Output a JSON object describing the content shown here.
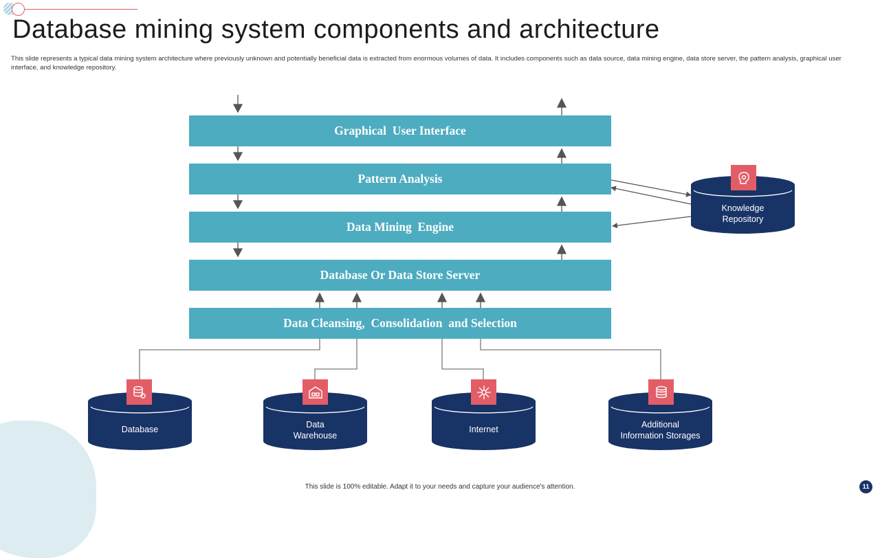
{
  "title": "Database mining system components and architecture",
  "description": "This slide represents a typical data mining  system architecture where previously unknown and potentially beneficial data is extracted from enormous volumes of data. It includes components such as  data source, data mining  engine, data store server, the pattern analysis, graphical user interface, and knowledge repository.",
  "layers": [
    {
      "label": "Graphical  User Interface"
    },
    {
      "label": "Pattern Analysis"
    },
    {
      "label": "Data Mining  Engine"
    },
    {
      "label": "Database Or Data Store Server"
    },
    {
      "label": "Data Cleansing,  Consolidation  and Selection"
    }
  ],
  "knowledge_repository": {
    "label": "Knowledge\nRepository",
    "icon": "brain-gear-icon"
  },
  "sources": [
    {
      "label": "Database",
      "icon": "database-gear-icon"
    },
    {
      "label": "Data\nWarehouse",
      "icon": "warehouse-icon"
    },
    {
      "label": "Internet",
      "icon": "network-icon"
    },
    {
      "label": "Additional\nInformation  Storages",
      "icon": "storage-stack-icon"
    }
  ],
  "colors": {
    "layer": "#4dacbf",
    "cylinder": "#183366",
    "badge": "#e35d66",
    "arrow": "#555555",
    "connector": "#7a7a7a"
  },
  "footer": "This slide is 100% editable.  Adapt it to your needs and capture your audience's attention.",
  "page_number": "11"
}
